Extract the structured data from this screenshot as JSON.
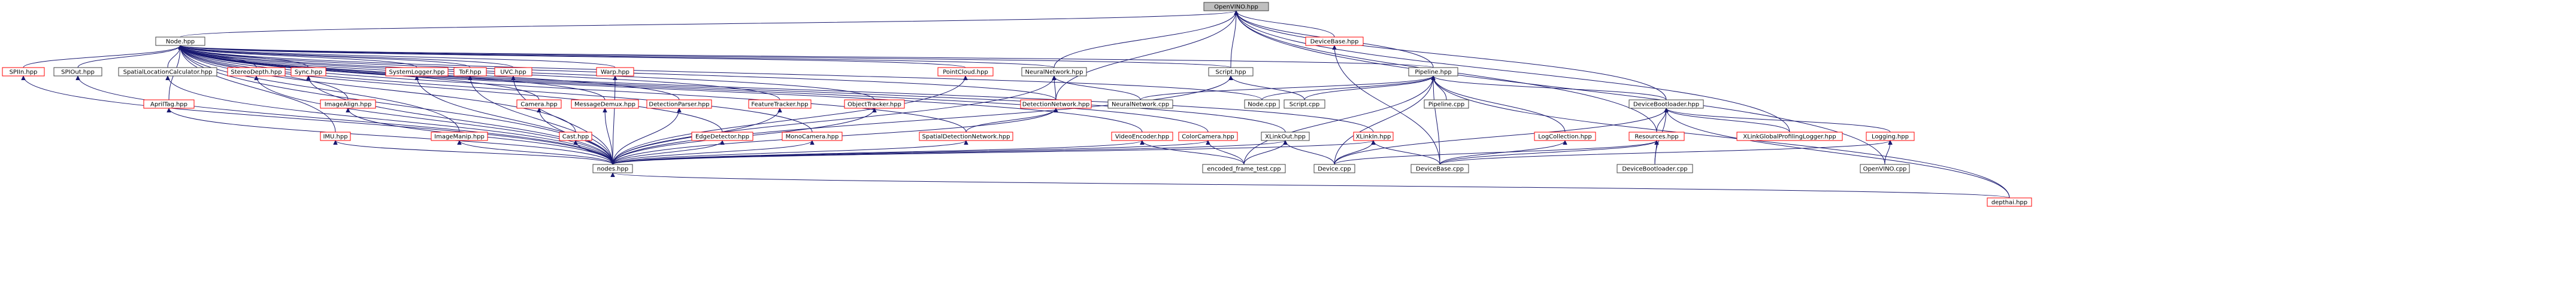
{
  "graph": {
    "colors": {
      "edge": "#191970",
      "root_fill": "#bfbfbf",
      "normal_border": "#404040",
      "missing_border": "#ff0000"
    },
    "nodes": [
      {
        "id": "openvino_hpp",
        "label": "OpenVINO.hpp",
        "style": "root"
      },
      {
        "id": "node_hpp",
        "label": "Node.hpp",
        "style": "normal"
      },
      {
        "id": "devicebase_hpp",
        "label": "DeviceBase.hpp",
        "style": "missing"
      },
      {
        "id": "spiin_hpp",
        "label": "SPIIn.hpp",
        "style": "missing"
      },
      {
        "id": "spiout_hpp",
        "label": "SPIOut.hpp",
        "style": "normal"
      },
      {
        "id": "slc_hpp",
        "label": "SpatialLocationCalculator.hpp",
        "style": "normal"
      },
      {
        "id": "stereodepth_hpp",
        "label": "StereoDepth.hpp",
        "style": "missing"
      },
      {
        "id": "sync_hpp",
        "label": "Sync.hpp",
        "style": "missing"
      },
      {
        "id": "systemlogger_hpp",
        "label": "SystemLogger.hpp",
        "style": "missing"
      },
      {
        "id": "tof_hpp",
        "label": "ToF.hpp",
        "style": "missing"
      },
      {
        "id": "uvc_hpp",
        "label": "UVC.hpp",
        "style": "missing"
      },
      {
        "id": "warp_hpp",
        "label": "Warp.hpp",
        "style": "missing"
      },
      {
        "id": "pointcloud_hpp",
        "label": "PointCloud.hpp",
        "style": "missing"
      },
      {
        "id": "neuralnetwork_hpp",
        "label": "NeuralNetwork.hpp",
        "style": "normal"
      },
      {
        "id": "script_hpp",
        "label": "Script.hpp",
        "style": "normal"
      },
      {
        "id": "pipeline_hpp",
        "label": "Pipeline.hpp",
        "style": "normal"
      },
      {
        "id": "apriltag_hpp",
        "label": "AprilTag.hpp",
        "style": "missing"
      },
      {
        "id": "imagealign_hpp",
        "label": "ImageAlign.hpp",
        "style": "missing"
      },
      {
        "id": "camera_hpp",
        "label": "Camera.hpp",
        "style": "missing"
      },
      {
        "id": "messagedemux_hpp",
        "label": "MessageDemux.hpp",
        "style": "missing"
      },
      {
        "id": "detectionparser_hpp",
        "label": "DetectionParser.hpp",
        "style": "missing"
      },
      {
        "id": "featuretracker_hpp",
        "label": "FeatureTracker.hpp",
        "style": "missing"
      },
      {
        "id": "objecttracker_hpp",
        "label": "ObjectTracker.hpp",
        "style": "missing"
      },
      {
        "id": "detectionnetwork_hpp",
        "label": "DetectionNetwork.hpp",
        "style": "missing"
      },
      {
        "id": "neuralnetwork_cpp",
        "label": "NeuralNetwork.cpp",
        "style": "normal"
      },
      {
        "id": "node_cpp",
        "label": "Node.cpp",
        "style": "normal"
      },
      {
        "id": "script_cpp",
        "label": "Script.cpp",
        "style": "normal"
      },
      {
        "id": "pipeline_cpp",
        "label": "Pipeline.cpp",
        "style": "normal"
      },
      {
        "id": "devicebootloader_hpp",
        "label": "DeviceBootloader.hpp",
        "style": "normal"
      },
      {
        "id": "imu_hpp",
        "label": "IMU.hpp",
        "style": "missing"
      },
      {
        "id": "imagemanip_hpp",
        "label": "ImageManip.hpp",
        "style": "missing"
      },
      {
        "id": "cast_hpp",
        "label": "Cast.hpp",
        "style": "missing"
      },
      {
        "id": "edgedetector_hpp",
        "label": "EdgeDetector.hpp",
        "style": "missing"
      },
      {
        "id": "monocamera_hpp",
        "label": "MonoCamera.hpp",
        "style": "missing"
      },
      {
        "id": "sdn_hpp",
        "label": "SpatialDetectionNetwork.hpp",
        "style": "missing"
      },
      {
        "id": "videoencoder_hpp",
        "label": "VideoEncoder.hpp",
        "style": "missing"
      },
      {
        "id": "colorcamera_hpp",
        "label": "ColorCamera.hpp",
        "style": "missing"
      },
      {
        "id": "xlinkout_hpp",
        "label": "XLinkOut.hpp",
        "style": "normal"
      },
      {
        "id": "xlinkin_hpp",
        "label": "XLinkIn.hpp",
        "style": "missing"
      },
      {
        "id": "logcollection_hpp",
        "label": "LogCollection.hpp",
        "style": "missing"
      },
      {
        "id": "resources_hpp",
        "label": "Resources.hpp",
        "style": "missing"
      },
      {
        "id": "xlinkgpl_hpp",
        "label": "XLinkGlobalProfilingLogger.hpp",
        "style": "missing"
      },
      {
        "id": "logging_hpp",
        "label": "Logging.hpp",
        "style": "missing"
      },
      {
        "id": "nodes_hpp",
        "label": "nodes.hpp",
        "style": "normal"
      },
      {
        "id": "eft_cpp",
        "label": "encoded_frame_test.cpp",
        "style": "normal"
      },
      {
        "id": "device_cpp",
        "label": "Device.cpp",
        "style": "normal"
      },
      {
        "id": "devicebase_cpp",
        "label": "DeviceBase.cpp",
        "style": "normal"
      },
      {
        "id": "devicebootloader_cpp",
        "label": "DeviceBootloader.cpp",
        "style": "normal"
      },
      {
        "id": "openvino_cpp",
        "label": "OpenVINO.cpp",
        "style": "normal"
      },
      {
        "id": "depthai_hpp",
        "label": "depthai.hpp",
        "style": "missing"
      }
    ],
    "edges": [
      [
        "openvino_hpp",
        "node_hpp"
      ],
      [
        "openvino_hpp",
        "devicebase_hpp"
      ],
      [
        "openvino_hpp",
        "neuralnetwork_hpp"
      ],
      [
        "openvino_hpp",
        "script_hpp"
      ],
      [
        "openvino_hpp",
        "pipeline_hpp"
      ],
      [
        "openvino_hpp",
        "detectionnetwork_hpp"
      ],
      [
        "openvino_hpp",
        "resources_hpp"
      ],
      [
        "openvino_hpp",
        "devicebootloader_hpp"
      ],
      [
        "openvino_hpp",
        "xlinkgpl_hpp"
      ],
      [
        "openvino_hpp",
        "openvino_cpp"
      ],
      [
        "node_hpp",
        "spiin_hpp"
      ],
      [
        "node_hpp",
        "spiout_hpp"
      ],
      [
        "node_hpp",
        "slc_hpp"
      ],
      [
        "node_hpp",
        "stereodepth_hpp"
      ],
      [
        "node_hpp",
        "sync_hpp"
      ],
      [
        "node_hpp",
        "systemlogger_hpp"
      ],
      [
        "node_hpp",
        "tof_hpp"
      ],
      [
        "node_hpp",
        "uvc_hpp"
      ],
      [
        "node_hpp",
        "warp_hpp"
      ],
      [
        "node_hpp",
        "pointcloud_hpp"
      ],
      [
        "node_hpp",
        "neuralnetwork_hpp"
      ],
      [
        "node_hpp",
        "script_hpp"
      ],
      [
        "node_hpp",
        "pipeline_hpp"
      ],
      [
        "node_hpp",
        "apriltag_hpp"
      ],
      [
        "node_hpp",
        "imagealign_hpp"
      ],
      [
        "node_hpp",
        "camera_hpp"
      ],
      [
        "node_hpp",
        "messagedemux_hpp"
      ],
      [
        "node_hpp",
        "detectionparser_hpp"
      ],
      [
        "node_hpp",
        "featuretracker_hpp"
      ],
      [
        "node_hpp",
        "objecttracker_hpp"
      ],
      [
        "node_hpp",
        "detectionnetwork_hpp"
      ],
      [
        "node_hpp",
        "node_cpp"
      ],
      [
        "node_hpp",
        "imu_hpp"
      ],
      [
        "node_hpp",
        "imagemanip_hpp"
      ],
      [
        "node_hpp",
        "cast_hpp"
      ],
      [
        "node_hpp",
        "edgedetector_hpp"
      ],
      [
        "node_hpp",
        "monocamera_hpp"
      ],
      [
        "node_hpp",
        "sdn_hpp"
      ],
      [
        "node_hpp",
        "videoencoder_hpp"
      ],
      [
        "node_hpp",
        "colorcamera_hpp"
      ],
      [
        "node_hpp",
        "xlinkout_hpp"
      ],
      [
        "node_hpp",
        "xlinkin_hpp"
      ],
      [
        "node_hpp",
        "nodes_hpp"
      ],
      [
        "devicebase_hpp",
        "devicebase_cpp"
      ],
      [
        "spiin_hpp",
        "nodes_hpp"
      ],
      [
        "spiout_hpp",
        "nodes_hpp"
      ],
      [
        "slc_hpp",
        "nodes_hpp"
      ],
      [
        "stereodepth_hpp",
        "nodes_hpp"
      ],
      [
        "sync_hpp",
        "nodes_hpp"
      ],
      [
        "systemlogger_hpp",
        "nodes_hpp"
      ],
      [
        "tof_hpp",
        "nodes_hpp"
      ],
      [
        "uvc_hpp",
        "nodes_hpp"
      ],
      [
        "warp_hpp",
        "nodes_hpp"
      ],
      [
        "pointcloud_hpp",
        "nodes_hpp"
      ],
      [
        "neuralnetwork_hpp",
        "neuralnetwork_cpp"
      ],
      [
        "neuralnetwork_hpp",
        "detectionnetwork_hpp"
      ],
      [
        "neuralnetwork_hpp",
        "nodes_hpp"
      ],
      [
        "script_hpp",
        "script_cpp"
      ],
      [
        "script_hpp",
        "nodes_hpp"
      ],
      [
        "pipeline_hpp",
        "neuralnetwork_cpp"
      ],
      [
        "pipeline_hpp",
        "node_cpp"
      ],
      [
        "pipeline_hpp",
        "script_cpp"
      ],
      [
        "pipeline_hpp",
        "pipeline_cpp"
      ],
      [
        "pipeline_hpp",
        "devicebootloader_hpp"
      ],
      [
        "pipeline_hpp",
        "logcollection_hpp"
      ],
      [
        "pipeline_hpp",
        "eft_cpp"
      ],
      [
        "pipeline_hpp",
        "device_cpp"
      ],
      [
        "pipeline_hpp",
        "devicebase_cpp"
      ],
      [
        "pipeline_hpp",
        "depthai_hpp"
      ],
      [
        "apriltag_hpp",
        "nodes_hpp"
      ],
      [
        "imagealign_hpp",
        "nodes_hpp"
      ],
      [
        "camera_hpp",
        "nodes_hpp"
      ],
      [
        "messagedemux_hpp",
        "nodes_hpp"
      ],
      [
        "detectionparser_hpp",
        "nodes_hpp"
      ],
      [
        "featuretracker_hpp",
        "nodes_hpp"
      ],
      [
        "objecttracker_hpp",
        "nodes_hpp"
      ],
      [
        "detectionnetwork_hpp",
        "sdn_hpp"
      ],
      [
        "detectionnetwork_hpp",
        "nodes_hpp"
      ],
      [
        "devicebootloader_hpp",
        "resources_hpp"
      ],
      [
        "devicebootloader_hpp",
        "xlinkgpl_hpp"
      ],
      [
        "devicebootloader_hpp",
        "logging_hpp"
      ],
      [
        "devicebootloader_hpp",
        "device_cpp"
      ],
      [
        "devicebootloader_hpp",
        "devicebootloader_cpp"
      ],
      [
        "devicebootloader_hpp",
        "depthai_hpp"
      ],
      [
        "imu_hpp",
        "nodes_hpp"
      ],
      [
        "imagemanip_hpp",
        "nodes_hpp"
      ],
      [
        "cast_hpp",
        "nodes_hpp"
      ],
      [
        "edgedetector_hpp",
        "nodes_hpp"
      ],
      [
        "monocamera_hpp",
        "nodes_hpp"
      ],
      [
        "sdn_hpp",
        "nodes_hpp"
      ],
      [
        "videoencoder_hpp",
        "nodes_hpp"
      ],
      [
        "videoencoder_hpp",
        "eft_cpp"
      ],
      [
        "colorcamera_hpp",
        "nodes_hpp"
      ],
      [
        "colorcamera_hpp",
        "eft_cpp"
      ],
      [
        "xlinkout_hpp",
        "nodes_hpp"
      ],
      [
        "xlinkout_hpp",
        "eft_cpp"
      ],
      [
        "xlinkout_hpp",
        "device_cpp"
      ],
      [
        "xlinkin_hpp",
        "nodes_hpp"
      ],
      [
        "xlinkin_hpp",
        "device_cpp"
      ],
      [
        "xlinkin_hpp",
        "devicebase_cpp"
      ],
      [
        "logcollection_hpp",
        "devicebase_cpp"
      ],
      [
        "resources_hpp",
        "device_cpp"
      ],
      [
        "resources_hpp",
        "devicebase_cpp"
      ],
      [
        "resources_hpp",
        "devicebootloader_cpp"
      ],
      [
        "logging_hpp",
        "devicebase_cpp"
      ],
      [
        "logging_hpp",
        "openvino_cpp"
      ],
      [
        "nodes_hpp",
        "depthai_hpp"
      ]
    ]
  }
}
